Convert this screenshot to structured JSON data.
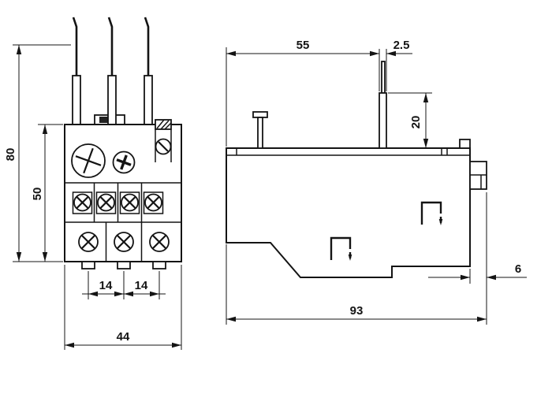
{
  "drawing": {
    "front_view": {
      "dim_total_height": "80",
      "dim_body_height": "50",
      "dim_terminal_pitch_1": "14",
      "dim_terminal_pitch_2": "14",
      "dim_width": "44"
    },
    "side_view": {
      "dim_top_depth": "55",
      "dim_pin_thickness": "2.5",
      "dim_pin_length": "20",
      "dim_total_depth": "93",
      "dim_clip_offset": "6"
    }
  }
}
